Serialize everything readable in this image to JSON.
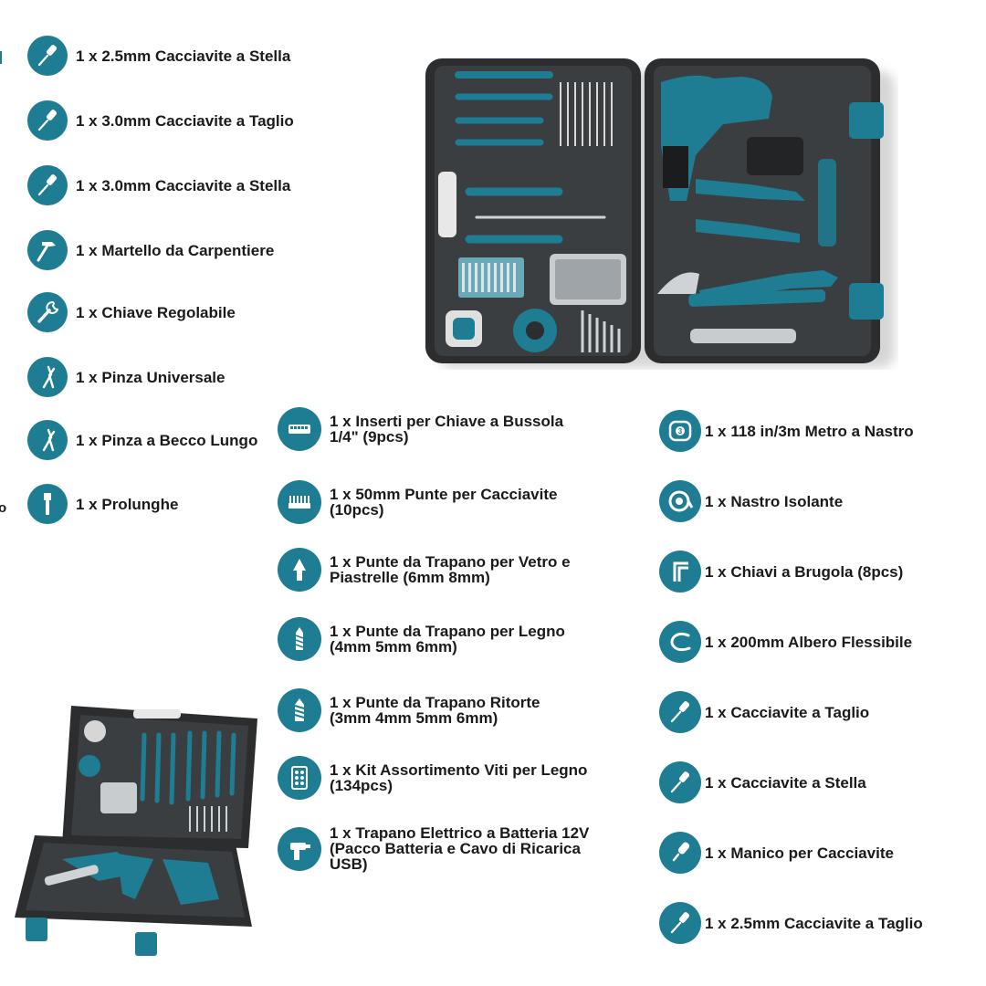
{
  "colors": {
    "accent": "#1e7c93",
    "case_dark": "#2b2d2f",
    "case_mid": "#3b3e41"
  },
  "left_column": [
    {
      "label": "1 x 2.5mm Cacciavite a Stella",
      "icon": "screwdriver-icon"
    },
    {
      "label": "1 x 3.0mm Cacciavite a Taglio",
      "icon": "screwdriver-icon"
    },
    {
      "label": "1 x 3.0mm Cacciavite a Stella",
      "icon": "screwdriver-icon"
    },
    {
      "label": "1 x Martello da Carpentiere",
      "icon": "hammer-icon"
    },
    {
      "label": "1 x Chiave Regolabile",
      "icon": "wrench-icon"
    },
    {
      "label": "1 x Pinza Universale",
      "icon": "pliers-icon"
    },
    {
      "label": "1 x Pinza a Becco Lungo",
      "icon": "long-nose-pliers-icon"
    },
    {
      "label": "1 x Prolunghe",
      "icon": "extension-bar-icon"
    }
  ],
  "left_cut_text": "o",
  "middle_column": [
    {
      "label": "1 x Inserti per Chiave a Bussola\n1/4\" (9pcs)",
      "icon": "socket-set-icon"
    },
    {
      "label": "1 x 50mm Punte per Cacciavite\n(10pcs)",
      "icon": "bit-set-icon"
    },
    {
      "label": "1 x Punte da Trapano per Vetro e\nPiastrelle (6mm 8mm)",
      "icon": "glass-drill-bit-icon"
    },
    {
      "label": "1 x Punte da Trapano per Legno\n(4mm 5mm 6mm)",
      "icon": "wood-drill-bit-icon"
    },
    {
      "label": "1 x Punte da Trapano Ritorte\n(3mm 4mm 5mm 6mm)",
      "icon": "twist-drill-bit-icon"
    },
    {
      "label": "1 x Kit Assortimento Viti per Legno\n(134pcs)",
      "icon": "screw-kit-icon"
    },
    {
      "label": "1 x Trapano Elettrico a Batteria 12V\n(Pacco Batteria e Cavo di Ricarica\n USB)",
      "icon": "cordless-drill-icon"
    }
  ],
  "right_column": [
    {
      "label": "1 x 118 in/3m Metro a Nastro",
      "icon": "tape-measure-icon"
    },
    {
      "label": "1 x Nastro Isolante",
      "icon": "insulating-tape-icon"
    },
    {
      "label": "1 x Chiavi a Brugola (8pcs)",
      "icon": "hex-key-icon"
    },
    {
      "label": "1 x 200mm Albero Flessibile",
      "icon": "flexible-shaft-icon"
    },
    {
      "label": "1 x Cacciavite a Taglio",
      "icon": "screwdriver-icon"
    },
    {
      "label": "1 x Cacciavite a Stella",
      "icon": "screwdriver-icon"
    },
    {
      "label": "1 x Manico per Cacciavite",
      "icon": "screwdriver-handle-icon"
    },
    {
      "label": "1 x 2.5mm Cacciavite a Taglio",
      "icon": "screwdriver-icon"
    }
  ]
}
